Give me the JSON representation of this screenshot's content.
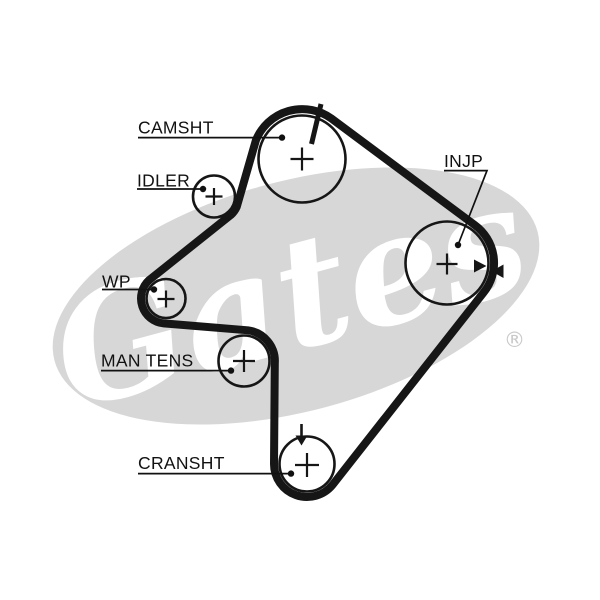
{
  "labels": {
    "camshaft": "CAMSHT",
    "idler": "IDLER",
    "injection_pump": "INJP",
    "water_pump": "WP",
    "manual_tensioner": "MAN TENS",
    "crankshaft": "CRANSHT"
  },
  "watermark": {
    "text": "Gates",
    "registered_symbol": "®",
    "color": "#d7d7d7"
  },
  "marks": {
    "camshaft_timing_mark": "tick-line",
    "crankshaft_timing_mark": "down-arrow",
    "injection_pump_alignment": "opposing-triangles"
  },
  "colors": {
    "background": "#ffffff",
    "belt": "#161616",
    "outline": "#161616",
    "label_text": "#111111"
  }
}
